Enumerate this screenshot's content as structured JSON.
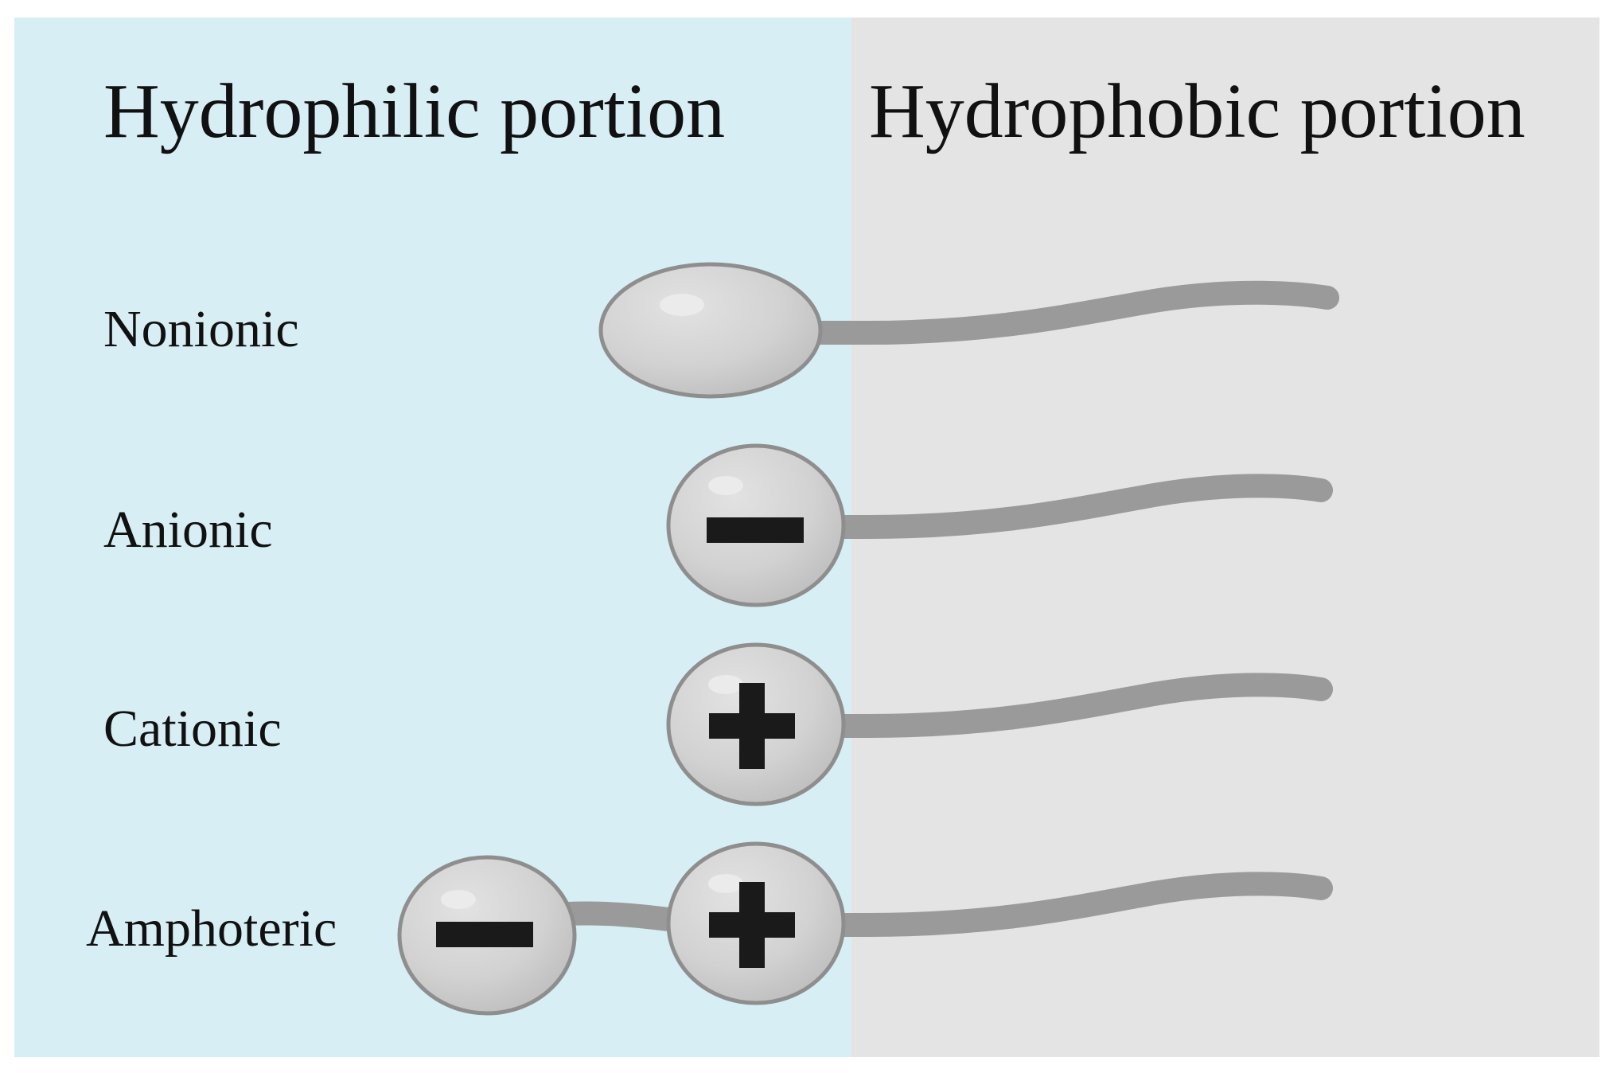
{
  "panels": {
    "hydrophilic": {
      "title": "Hydrophilic portion",
      "color": "#d8eef5"
    },
    "hydrophobic": {
      "title": "Hydrophobic portion",
      "color": "#e4e4e4"
    }
  },
  "rows": [
    {
      "id": "nonionic",
      "label": "Nonionic",
      "heads": []
    },
    {
      "id": "anionic",
      "label": "Anionic",
      "heads": [
        "minus"
      ]
    },
    {
      "id": "cationic",
      "label": "Cationic",
      "heads": [
        "plus"
      ]
    },
    {
      "id": "amphoteric",
      "label": "Amphoteric",
      "heads": [
        "minus",
        "plus"
      ]
    }
  ],
  "colors": {
    "head_fill": "#cfcfcf",
    "head_stroke": "#8e8e8e",
    "tail": "#9a9a9a",
    "charge": "#1a1a1a"
  }
}
